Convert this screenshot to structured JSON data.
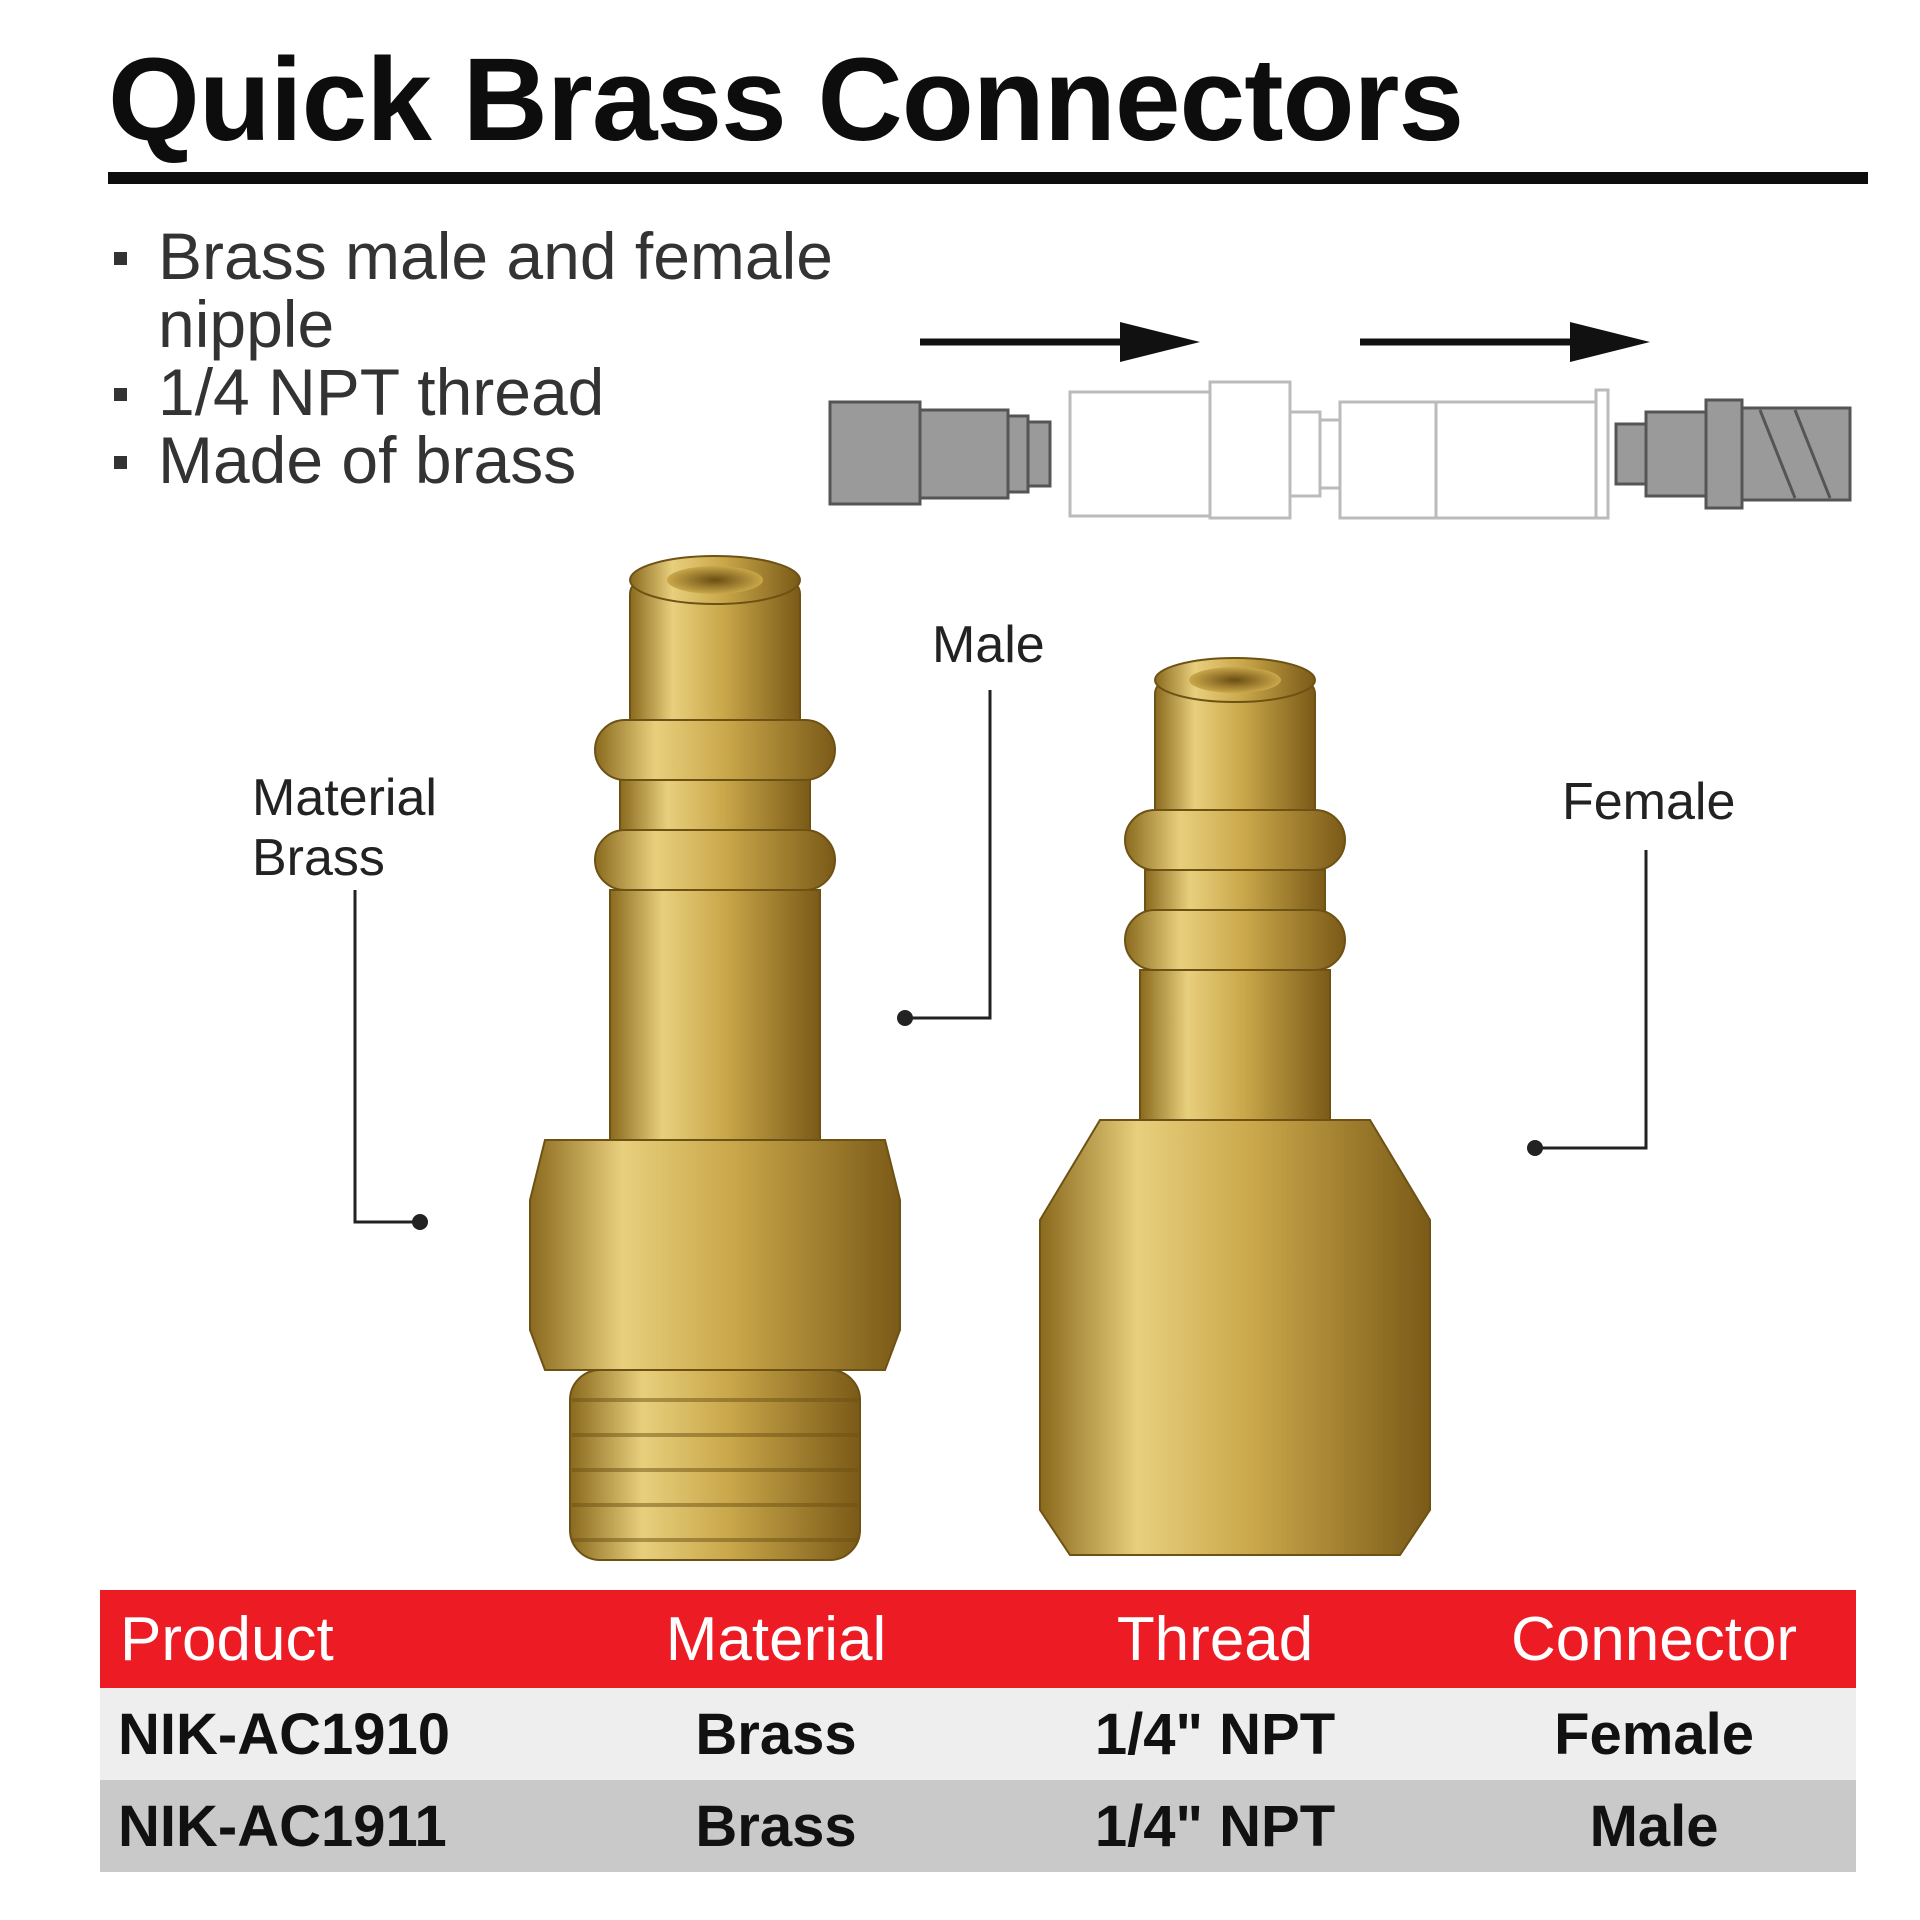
{
  "title": "Quick Brass Connectors",
  "features": [
    "Brass male and female nipple",
    "1/4 NPT thread",
    "Made of brass"
  ],
  "callouts": {
    "material": "Material Brass",
    "male": "Male",
    "female": "Female"
  },
  "table": {
    "headers": [
      "Product",
      "Material",
      "Thread",
      "Connector"
    ],
    "rows": [
      [
        "NIK-AC1910",
        "Brass",
        "1/4\" NPT",
        "Female"
      ],
      [
        "NIK-AC1911",
        "Brass",
        "1/4\" NPT",
        "Male"
      ]
    ]
  },
  "colors": {
    "header_red": "#ed1c24",
    "row_light": "#eeeeee",
    "row_dark": "#c9c9c9",
    "brass": "#c9a74a"
  }
}
